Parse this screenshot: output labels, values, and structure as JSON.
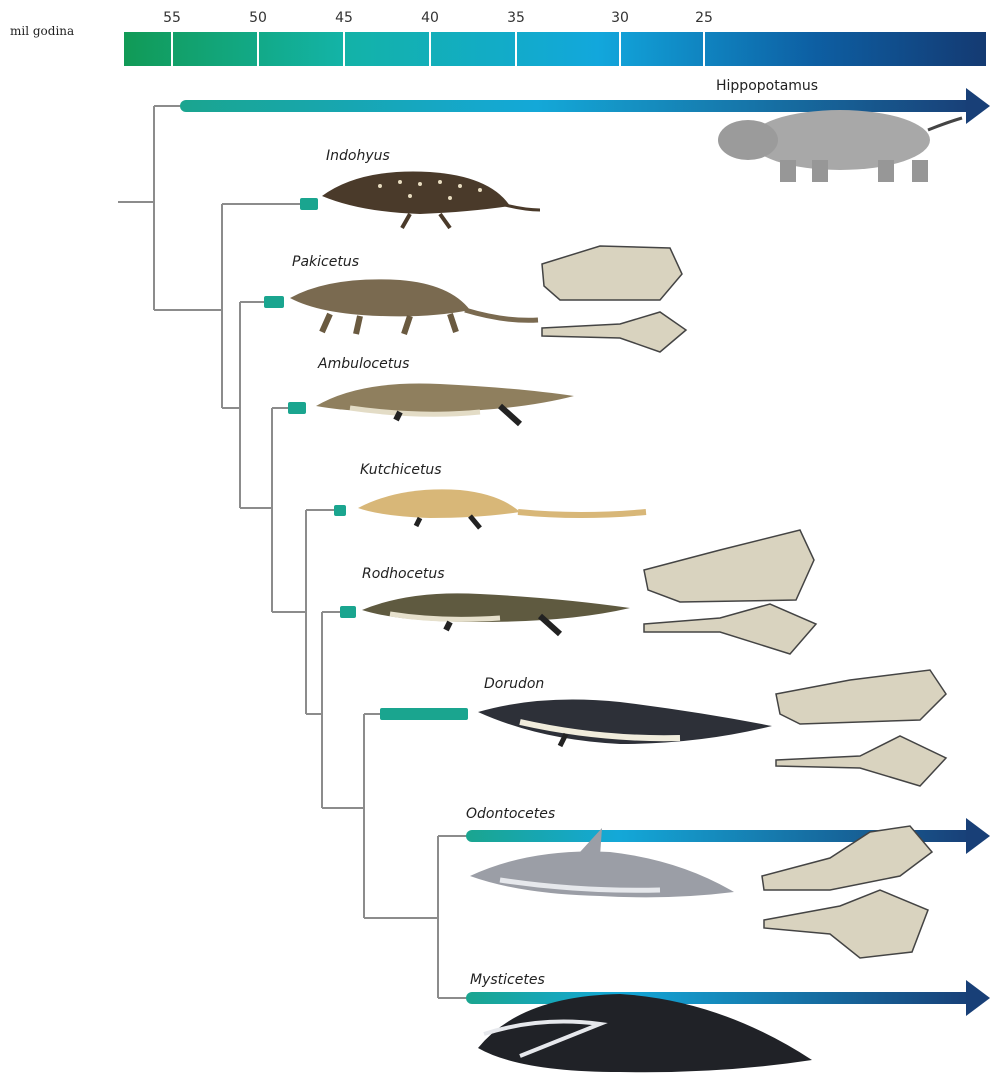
{
  "axis": {
    "label": "mil godina",
    "ticks": [
      "55",
      "50",
      "45",
      "40",
      "35",
      "30",
      "25"
    ],
    "gradient": [
      "#119a56",
      "#13b3a6",
      "#12a7dc",
      "#0d5fa3",
      "#143a72"
    ]
  },
  "taxa": [
    {
      "key": "hippo",
      "name": "Hippopotamus",
      "italic": false
    },
    {
      "key": "indohyus",
      "name": "Indohyus",
      "italic": true
    },
    {
      "key": "pakicetus",
      "name": "Pakicetus",
      "italic": true
    },
    {
      "key": "ambulocetus",
      "name": "Ambulocetus",
      "italic": true
    },
    {
      "key": "kutchicetus",
      "name": "Kutchicetus",
      "italic": true
    },
    {
      "key": "rodhocetus",
      "name": "Rodhocetus",
      "italic": true
    },
    {
      "key": "dorudon",
      "name": "Dorudon",
      "italic": true
    },
    {
      "key": "odontocetes",
      "name": "Odontocetes",
      "italic": true
    },
    {
      "key": "mysticetes",
      "name": "Mysticetes",
      "italic": true
    }
  ],
  "colors": {
    "branch": "#8c8c8c",
    "range": "#1aa58f",
    "arrow_head": "#183f77",
    "skull": "#d9d3bf",
    "skull_line": "#444444"
  }
}
